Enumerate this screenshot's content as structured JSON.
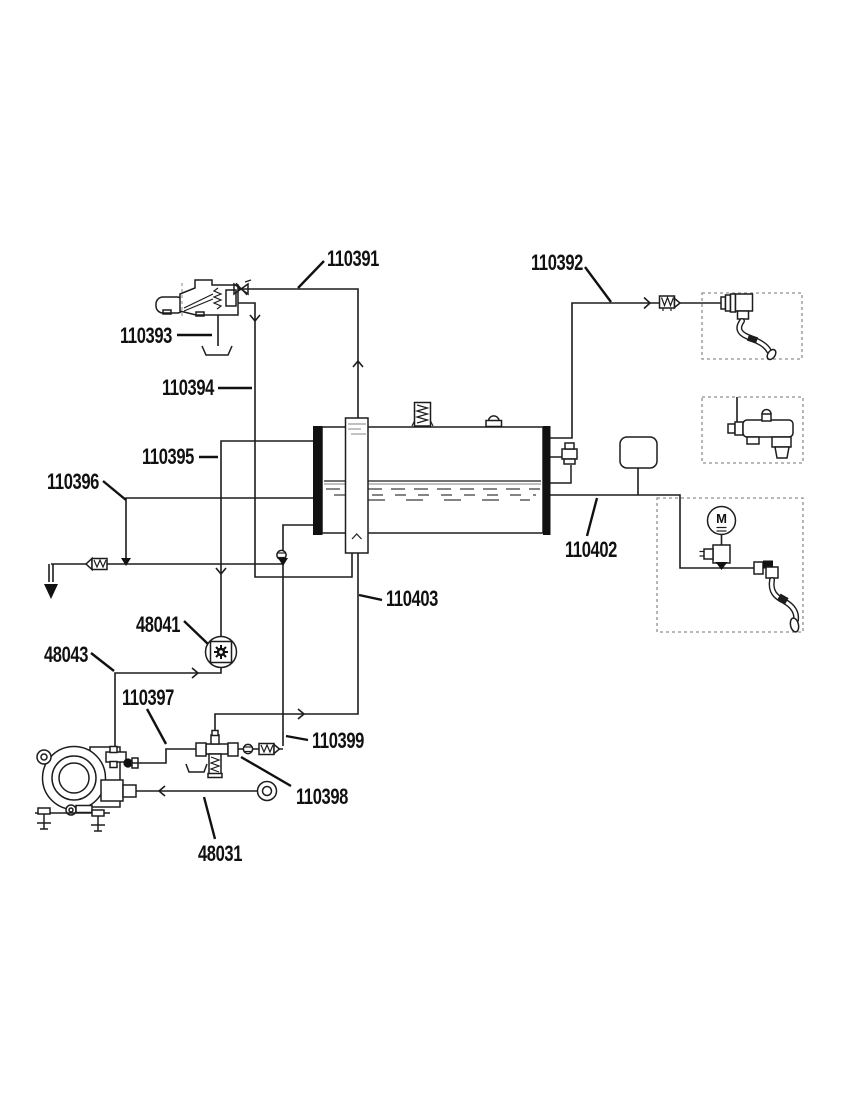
{
  "page": {
    "background": "#ffffff",
    "line_color": "#1d1d1d"
  },
  "labels": {
    "p110391": "110391",
    "p110392": "110392",
    "p110393": "110393",
    "p110394": "110394",
    "p110395": "110395",
    "p110396": "110396",
    "p110397": "110397",
    "p110398": "110398",
    "p110399": "110399",
    "p110402": "110402",
    "p110403": "110403",
    "p48041": "48041",
    "p48043": "48043",
    "p48031": "48031",
    "motor_symbol": "M"
  }
}
